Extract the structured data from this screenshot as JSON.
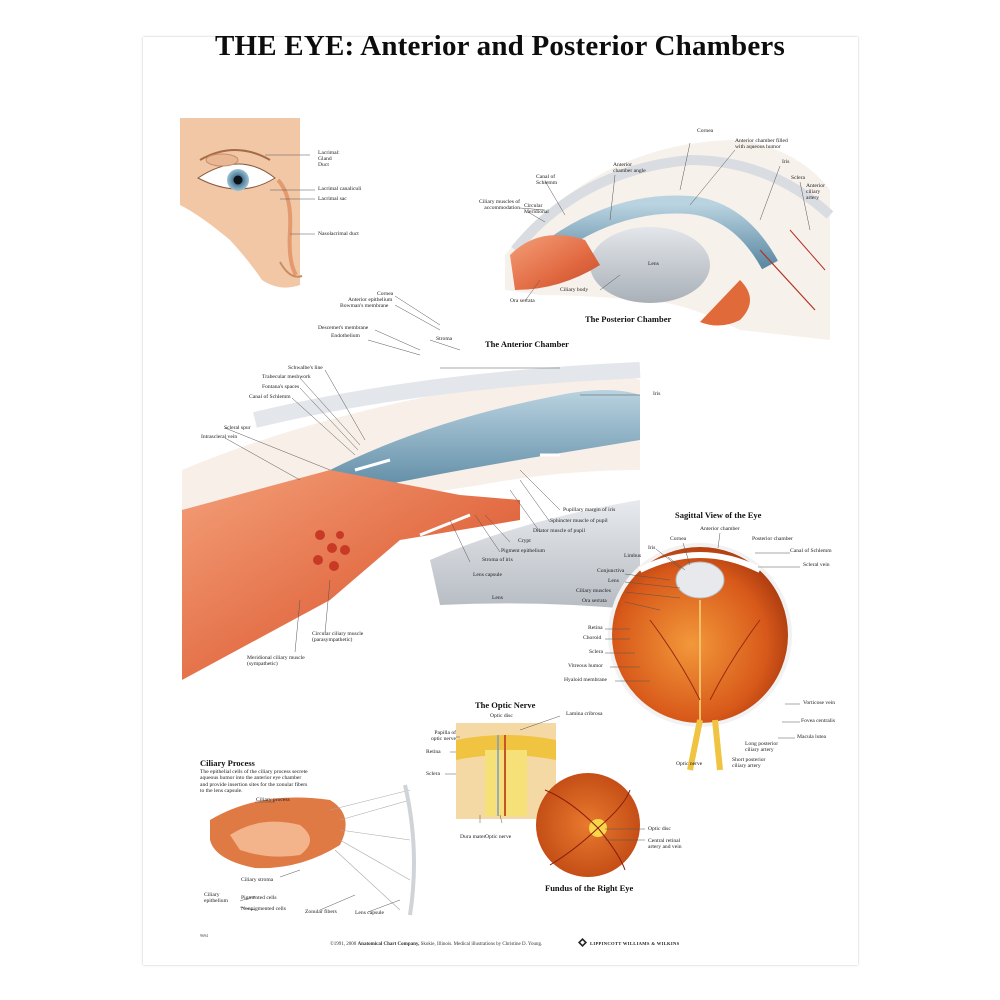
{
  "title": "THE EYE: Anterior and Posterior Chambers",
  "sections": {
    "posterior_chamber": "The Posterior Chamber",
    "anterior_chamber": "The Anterior Chamber",
    "sagittal": "Sagittal View of the Eye",
    "optic_nerve": "The Optic Nerve",
    "fundus": "Fundus of the Right Eye",
    "ciliary_process": "Ciliary Process"
  },
  "ciliary_description": "The epithelial cells of the ciliary process secrete aqueous humor into the anterior eye chamber and provide insertion sites for the zonular fibers to the lens capsule.",
  "labels": {
    "lacrimal": "Lacrimal:\nGland\nDuct",
    "lacrimal_canaliculi": "Lacrimal canaliculi",
    "lacrimal_sac": "Lacrimal sac",
    "nasolacrimal_duct": "Nasolacrimal duct",
    "cornea_top": "Cornea",
    "anterior_chamber_filled": "Anterior chamber filled\nwith aqueous humor",
    "iris_top": "Iris",
    "anterior_chamber_angle": "Anterior\nchamber angle",
    "canal_schlemm_top": "Canal of\nSchlemm",
    "sclera_top": "Sclera",
    "anterior_ciliary_artery": "Anterior\nciliary\nartery",
    "ciliary_muscles_accommodation": "Ciliary muscles of\naccommodation",
    "circular_meridional": "Circular\nMeridional",
    "lens_top": "Lens",
    "ciliary_body": "Ciliary body",
    "ora_serrata_top": "Ora serrata",
    "cornea_mid": "Cornea",
    "anterior_epithelium": "Anterior epithelium",
    "bowmans_membrane": "Bowman's membrane",
    "descemets_membrane": "Descemet's membrane",
    "endothelium": "Endothelium",
    "stroma": "Stroma",
    "schwalbes_line": "Schwalbe's line",
    "trabecular_meshwork": "Trabecular meshwork",
    "fontanas_spaces": "Fontana's spaces",
    "canal_schlemm_mid": "Canal of Schlemm",
    "scleral_spur": "Scleral spur",
    "intrascleral_vein": "Intrascleral vein",
    "iris_mid": "Iris",
    "pupillary_margin": "Pupillary margin of iris",
    "sphincter_muscle": "Sphincter muscle of pupil",
    "dilator_muscle": "Dilator muscle of pupil",
    "crypt": "Crypt",
    "pigment_epithelium": "Pigment epithelium",
    "stroma_iris": "Stroma of iris",
    "lens_capsule_mid": "Lens capsule",
    "lens_mid": "Lens",
    "circular_ciliary_muscle": "Circular ciliary muscle\n(parasympathetic)",
    "meridional_ciliary_muscle": "Meridional ciliary muscle\n(sympathetic)",
    "s_anterior_chamber": "Anterior chamber",
    "s_cornea": "Cornea",
    "s_posterior_chamber": "Posterior chamber",
    "s_iris": "Iris",
    "s_canal_schlemm": "Canal of Schlemm",
    "s_limbus": "Limbus",
    "s_scleral_vein": "Scleral vein",
    "s_conjunctiva": "Conjunctiva",
    "s_lens": "Lens",
    "s_ciliary_muscles": "Ciliary muscles",
    "s_ora_serrata": "Ora serrata",
    "s_retina": "Retina",
    "s_choroid": "Choroid",
    "s_sclera": "Sclera",
    "s_vitreous_humor": "Vitreous humor",
    "s_hyaloid_membrane": "Hyaloid membrane",
    "s_vorticose_vein": "Vorticose vein",
    "s_fovea_centralis": "Fovea centralis",
    "s_macula_lutea": "Macula lutea",
    "s_long_posterior": "Long posterior\nciliary artery",
    "s_short_posterior": "Short posterior\nciliary artery",
    "s_optic_nerve": "Optic nerve",
    "o_optic_disc": "Optic disc",
    "o_lamina_cribrosa": "Lamina cribrosa",
    "o_papilla": "Papilla of\noptic nerve",
    "o_retina": "Retina",
    "o_sclera": "Sclera",
    "o_dura_mater": "Dura mater",
    "o_optic_nerve": "Optic nerve",
    "f_optic_disc": "Optic disc",
    "f_central_retinal": "Central retinal\nartery and vein",
    "c_ciliary_process": "Ciliary process",
    "c_ciliary_stroma": "Ciliary stroma",
    "c_ciliary_epithelium": "Ciliary\nepithelium",
    "c_pigmented_cells": "Pigmented cells",
    "c_nonpigmented_cells": "Nonpigmented cells",
    "c_zonular_fibers": "Zonular fibers",
    "c_lens_capsule": "Lens capsule"
  },
  "footer": {
    "code": "9694",
    "copyright": "©1991, 2000",
    "company": "Anatomical Chart Company,",
    "rest": " Skokie, Illinois. Medical illustrations by Christine D. Young.",
    "publisher": "LIPPINCOTT WILLIAMS & WILKINS"
  },
  "colors": {
    "skin": "#f2c7a6",
    "iris_blue": "#6f9fb8",
    "muscle_red": "#e0603a",
    "eyeball_orange": "#e06a1c",
    "optic_yellow": "#f0c341",
    "lens_gray": "#c7ccd2",
    "line": "#555555"
  }
}
